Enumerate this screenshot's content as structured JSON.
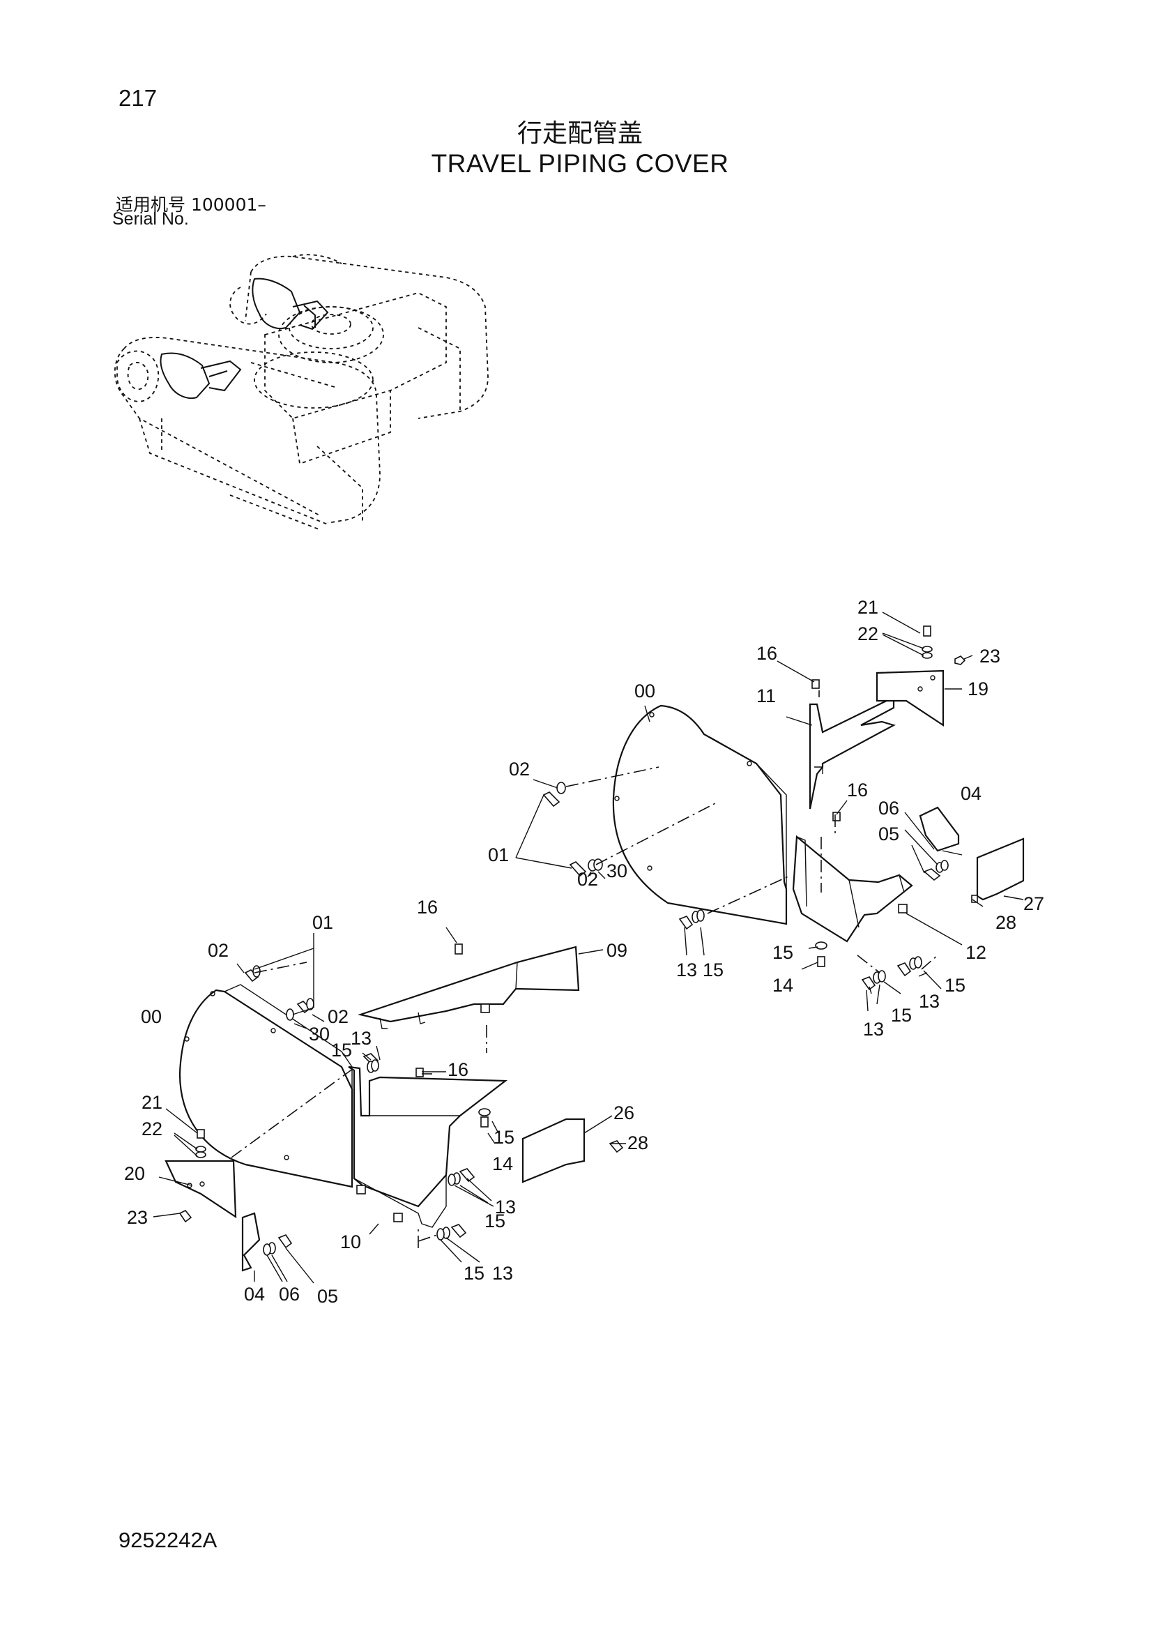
{
  "page": {
    "page_number": "217",
    "title_cn": "行走配管盖",
    "title_en": "TRAVEL PIPING COVER",
    "serial_label_cn": "适用机号  100001–",
    "serial_label_en": "Serial No.",
    "doc_number": "9252242A"
  },
  "diagram": {
    "callouts": {
      "c00a": "00",
      "c01a": "01",
      "c02a": "02",
      "c02b": "02",
      "c30a": "30",
      "c11": "11",
      "c16a": "16",
      "c16b": "16",
      "c21a": "21",
      "c22a": "22",
      "c23a": "23",
      "c19": "19",
      "c04a": "04",
      "c06a": "06",
      "c05a": "05",
      "c27": "27",
      "c28a": "28",
      "c12": "12",
      "c15a": "15",
      "c14a": "14",
      "c13a": "13",
      "c15b": "15",
      "c15c": "15",
      "c13b": "13",
      "c15d": "15",
      "c13c": "13",
      "c00b": "00",
      "c01b": "01",
      "c02c": "02",
      "c02d": "02",
      "c30b": "30",
      "c16c": "16",
      "c09": "09",
      "c13d": "13",
      "c15e": "15",
      "c16d": "16",
      "c21b": "21",
      "c22b": "22",
      "c20": "20",
      "c23b": "23",
      "c15f": "15",
      "c14b": "14",
      "c26": "26",
      "c28b": "28",
      "c13e": "13",
      "c15g": "15",
      "c10": "10",
      "c15h": "15",
      "c13f": "13",
      "c04b": "04",
      "c06b": "06",
      "c05b": "05"
    }
  }
}
